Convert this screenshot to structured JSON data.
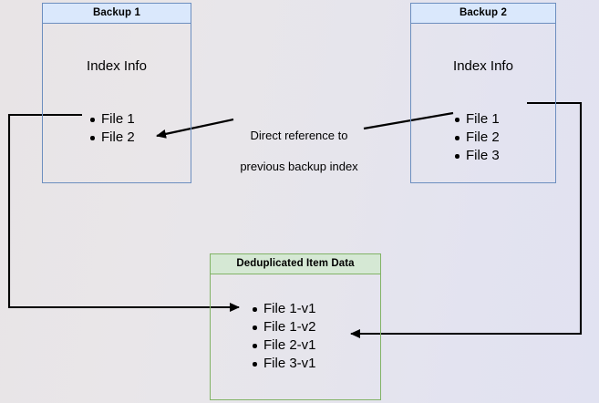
{
  "diagram": {
    "title_hidden": "Backup deduplication reference diagram",
    "background": {
      "gradient_from": "#e8e4e6",
      "gradient_to": "#e1e2f1"
    },
    "colors": {
      "blue_header_fill": "#dae8fc",
      "blue_border": "#6c8ebf",
      "green_header_fill": "#d5e8d4",
      "green_border": "#82b366",
      "connector": "#000000"
    },
    "boxes": [
      {
        "id": "backup-1",
        "header": "Backup 1",
        "subtitle": "Index Info",
        "items": [
          "File 1",
          "File 2"
        ]
      },
      {
        "id": "backup-2",
        "header": "Backup 2",
        "subtitle": "Index Info",
        "items": [
          "File 1",
          "File 2",
          "File 3"
        ]
      },
      {
        "id": "deduplicated-item-data",
        "header": "Deduplicated Item Data",
        "items": [
          "File 1-v1",
          "File 1-v2",
          "File 2-v1",
          "File 3-v1"
        ]
      }
    ],
    "annotations": [
      {
        "id": "direct-reference-label",
        "line1": "Direct reference to",
        "line2": "previous backup index"
      }
    ]
  }
}
